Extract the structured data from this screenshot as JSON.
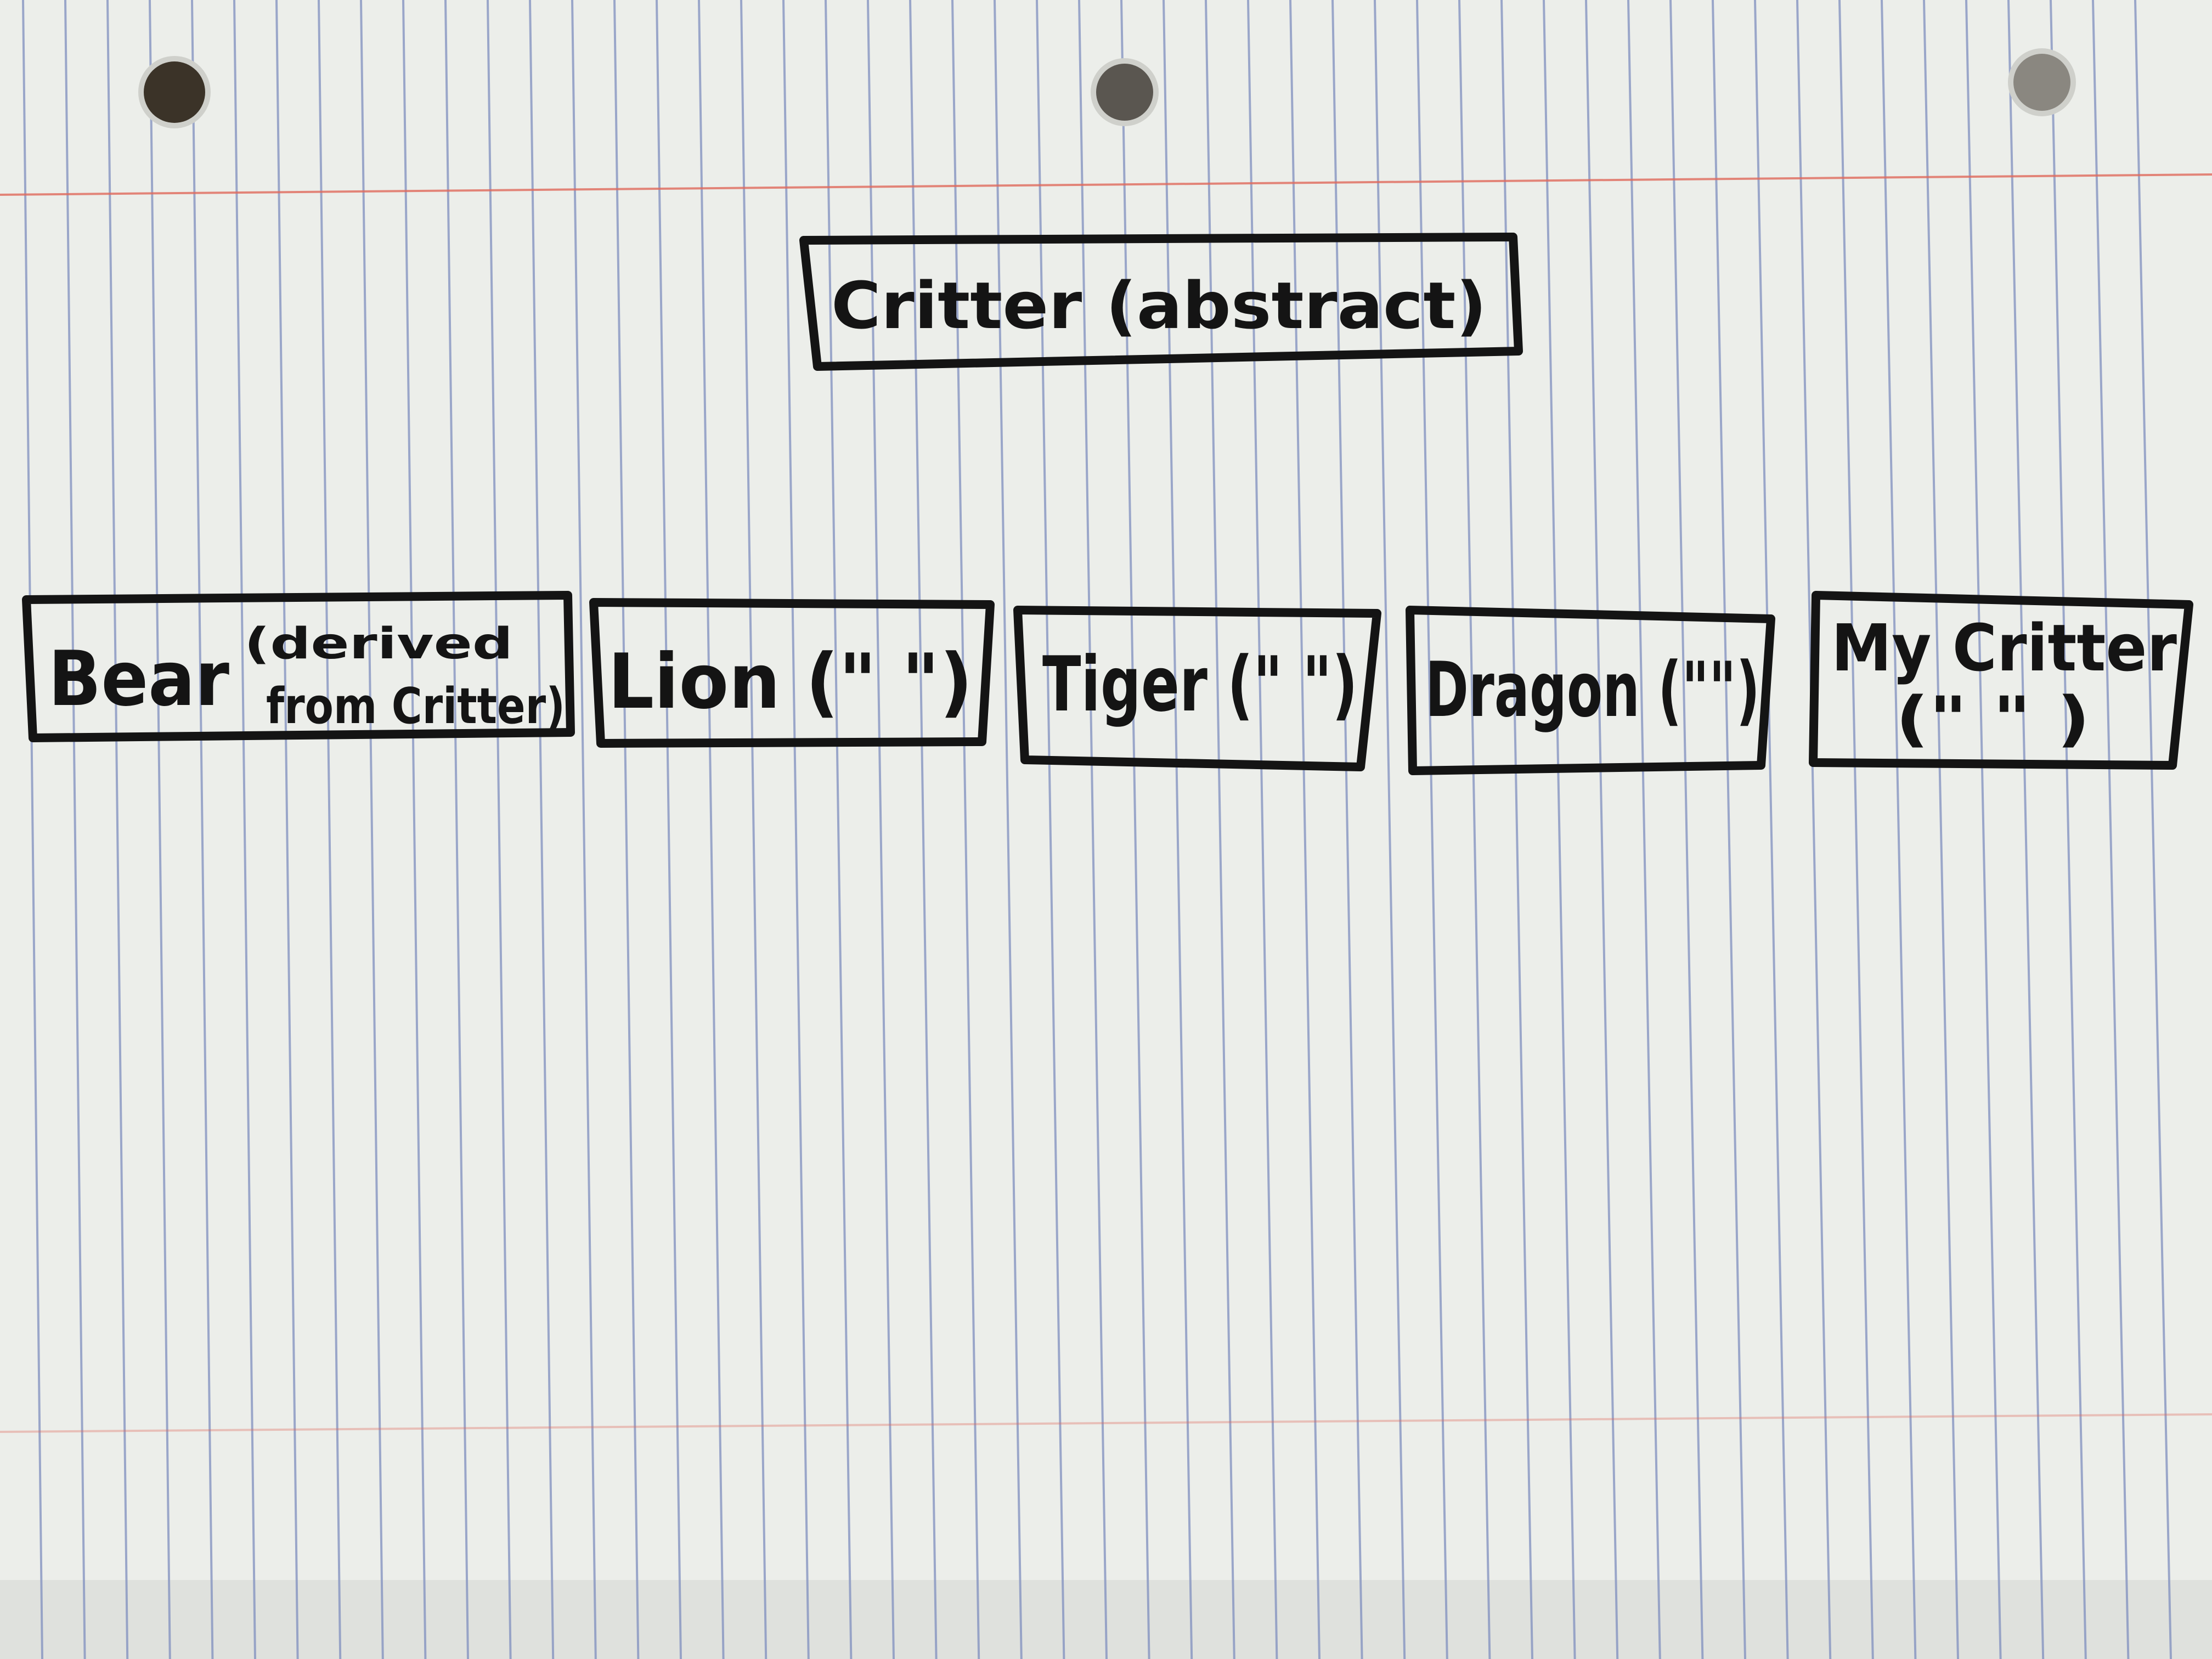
{
  "diagram": {
    "root": {
      "label": "Critter (abstract)"
    },
    "children": [
      {
        "label": "Bear",
        "note_line1": "(derived",
        "note_line2": "from Critter)"
      },
      {
        "label": "Lion (\"   \")"
      },
      {
        "label": "Tiger (\" \")"
      },
      {
        "label": "Dragon (\"\")"
      },
      {
        "label": "My Critter",
        "note_line1": "(\"  \" )"
      }
    ]
  },
  "colors": {
    "paper": "#eceeea",
    "rule_lines": "#7f8fbf",
    "margin_line": "#e06a5c",
    "ink": "#141414"
  }
}
